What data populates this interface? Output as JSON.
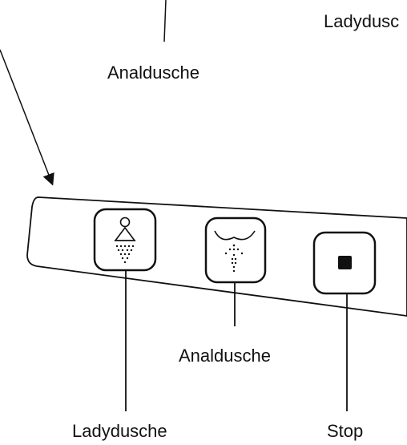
{
  "labels": {
    "ladydusche_top": "Ladydusc",
    "analdusche_top": "Analdusche",
    "analdusche_mid": "Analdusche",
    "ladydusche_bottom": "Ladydusche",
    "stop": "Stop"
  },
  "icons": {
    "lady": "lady-shower-icon",
    "anal": "anal-shower-icon",
    "stop": "stop-square-icon"
  },
  "colors": {
    "line": "#111111",
    "panel_fill": "#ffffff",
    "button_fill": "#ffffff"
  }
}
